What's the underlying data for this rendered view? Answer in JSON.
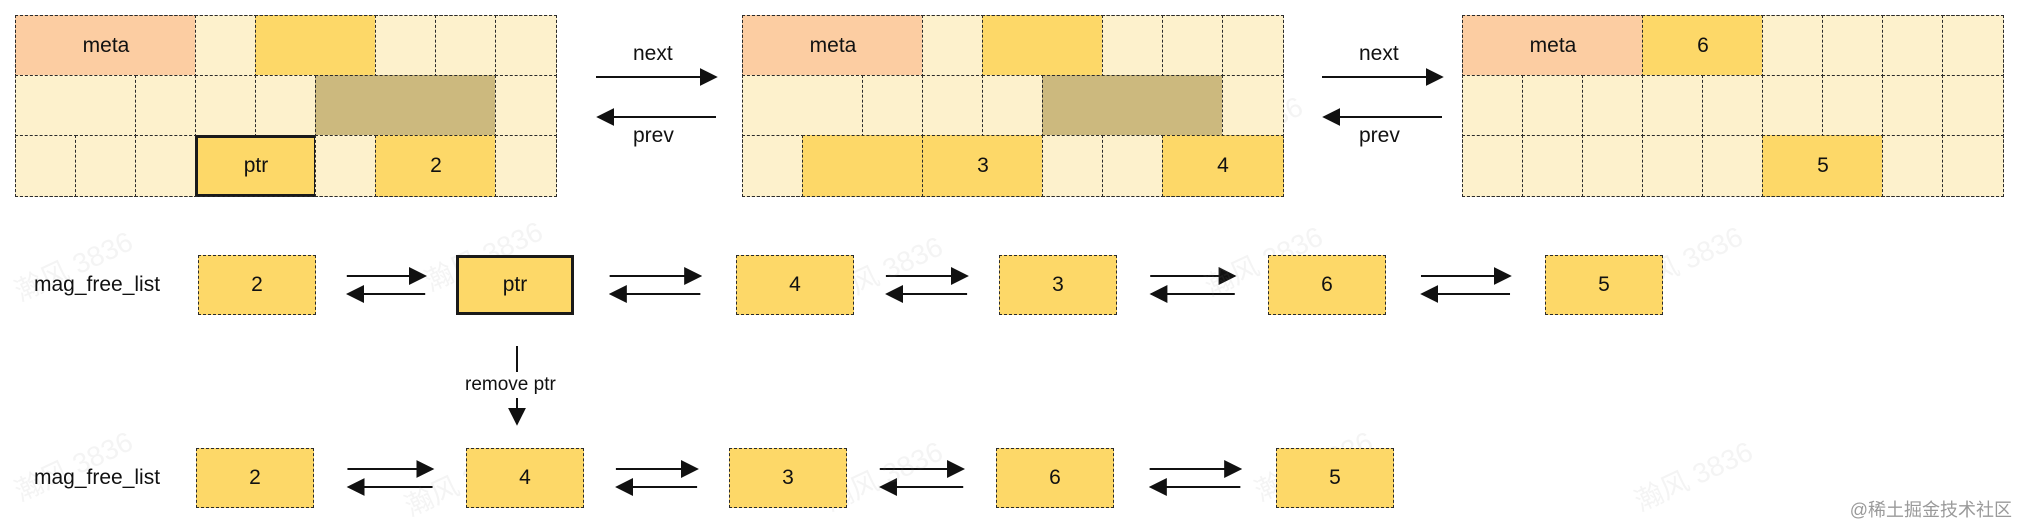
{
  "colors": {
    "empty": "#fdf1cc",
    "free": "#fdd868",
    "meta": "#fccda2",
    "allocated": "#ccb97e",
    "line": "#111111"
  },
  "watermark": "瀚风 3836",
  "credit": "@稀土掘金技术社区",
  "blocks": [
    {
      "cells": [
        {
          "row": 0,
          "col": 0,
          "span": 3,
          "kind": "meta",
          "label": "meta"
        },
        {
          "row": 0,
          "col": 3,
          "span": 1,
          "kind": "empty",
          "label": ""
        },
        {
          "row": 0,
          "col": 4,
          "span": 2,
          "kind": "free",
          "label": ""
        },
        {
          "row": 0,
          "col": 6,
          "span": 1,
          "kind": "empty",
          "label": ""
        },
        {
          "row": 0,
          "col": 7,
          "span": 1,
          "kind": "empty",
          "label": ""
        },
        {
          "row": 0,
          "col": 8,
          "span": 1,
          "kind": "empty",
          "label": ""
        },
        {
          "row": 1,
          "col": 0,
          "span": 2,
          "kind": "empty",
          "label": ""
        },
        {
          "row": 1,
          "col": 2,
          "span": 1,
          "kind": "empty",
          "label": ""
        },
        {
          "row": 1,
          "col": 3,
          "span": 1,
          "kind": "empty",
          "label": ""
        },
        {
          "row": 1,
          "col": 4,
          "span": 1,
          "kind": "empty",
          "label": ""
        },
        {
          "row": 1,
          "col": 5,
          "span": 3,
          "kind": "allocated",
          "label": ""
        },
        {
          "row": 1,
          "col": 8,
          "span": 1,
          "kind": "empty",
          "label": ""
        },
        {
          "row": 2,
          "col": 0,
          "span": 1,
          "kind": "empty",
          "label": ""
        },
        {
          "row": 2,
          "col": 1,
          "span": 1,
          "kind": "empty",
          "label": ""
        },
        {
          "row": 2,
          "col": 2,
          "span": 1,
          "kind": "empty",
          "label": ""
        },
        {
          "row": 2,
          "col": 3,
          "span": 2,
          "kind": "free",
          "label": "ptr",
          "bold": true
        },
        {
          "row": 2,
          "col": 5,
          "span": 1,
          "kind": "empty",
          "label": ""
        },
        {
          "row": 2,
          "col": 6,
          "span": 2,
          "kind": "free",
          "label": "2"
        },
        {
          "row": 2,
          "col": 8,
          "span": 1,
          "kind": "empty",
          "label": ""
        }
      ]
    },
    {
      "cells": [
        {
          "row": 0,
          "col": 0,
          "span": 3,
          "kind": "meta",
          "label": "meta"
        },
        {
          "row": 0,
          "col": 3,
          "span": 1,
          "kind": "empty",
          "label": ""
        },
        {
          "row": 0,
          "col": 4,
          "span": 2,
          "kind": "free",
          "label": ""
        },
        {
          "row": 0,
          "col": 6,
          "span": 1,
          "kind": "empty",
          "label": ""
        },
        {
          "row": 0,
          "col": 7,
          "span": 1,
          "kind": "empty",
          "label": ""
        },
        {
          "row": 0,
          "col": 8,
          "span": 1,
          "kind": "empty",
          "label": ""
        },
        {
          "row": 1,
          "col": 0,
          "span": 2,
          "kind": "empty",
          "label": ""
        },
        {
          "row": 1,
          "col": 2,
          "span": 1,
          "kind": "empty",
          "label": ""
        },
        {
          "row": 1,
          "col": 3,
          "span": 1,
          "kind": "empty",
          "label": ""
        },
        {
          "row": 1,
          "col": 4,
          "span": 1,
          "kind": "empty",
          "label": ""
        },
        {
          "row": 1,
          "col": 5,
          "span": 3,
          "kind": "allocated",
          "label": ""
        },
        {
          "row": 1,
          "col": 8,
          "span": 1,
          "kind": "empty",
          "label": ""
        },
        {
          "row": 2,
          "col": 0,
          "span": 1,
          "kind": "empty",
          "label": ""
        },
        {
          "row": 2,
          "col": 1,
          "span": 2,
          "kind": "free",
          "label": ""
        },
        {
          "row": 2,
          "col": 3,
          "span": 2,
          "kind": "free",
          "label": "3"
        },
        {
          "row": 2,
          "col": 5,
          "span": 1,
          "kind": "empty",
          "label": ""
        },
        {
          "row": 2,
          "col": 6,
          "span": 1,
          "kind": "empty",
          "label": ""
        },
        {
          "row": 2,
          "col": 7,
          "span": 2,
          "kind": "free",
          "label": "4"
        }
      ]
    },
    {
      "cells": [
        {
          "row": 0,
          "col": 0,
          "span": 3,
          "kind": "meta",
          "label": "meta"
        },
        {
          "row": 0,
          "col": 3,
          "span": 2,
          "kind": "free",
          "label": "6"
        },
        {
          "row": 0,
          "col": 5,
          "span": 1,
          "kind": "empty",
          "label": ""
        },
        {
          "row": 0,
          "col": 6,
          "span": 1,
          "kind": "empty",
          "label": ""
        },
        {
          "row": 0,
          "col": 7,
          "span": 1,
          "kind": "empty",
          "label": ""
        },
        {
          "row": 0,
          "col": 8,
          "span": 1,
          "kind": "empty",
          "label": ""
        },
        {
          "row": 1,
          "col": 0,
          "span": 1,
          "kind": "empty",
          "label": ""
        },
        {
          "row": 1,
          "col": 1,
          "span": 1,
          "kind": "empty",
          "label": ""
        },
        {
          "row": 1,
          "col": 2,
          "span": 1,
          "kind": "empty",
          "label": ""
        },
        {
          "row": 1,
          "col": 3,
          "span": 1,
          "kind": "empty",
          "label": ""
        },
        {
          "row": 1,
          "col": 4,
          "span": 1,
          "kind": "empty",
          "label": ""
        },
        {
          "row": 1,
          "col": 5,
          "span": 1,
          "kind": "empty",
          "label": ""
        },
        {
          "row": 1,
          "col": 6,
          "span": 1,
          "kind": "empty",
          "label": ""
        },
        {
          "row": 1,
          "col": 7,
          "span": 1,
          "kind": "empty",
          "label": ""
        },
        {
          "row": 1,
          "col": 8,
          "span": 1,
          "kind": "empty",
          "label": ""
        },
        {
          "row": 2,
          "col": 0,
          "span": 1,
          "kind": "empty",
          "label": ""
        },
        {
          "row": 2,
          "col": 1,
          "span": 1,
          "kind": "empty",
          "label": ""
        },
        {
          "row": 2,
          "col": 2,
          "span": 1,
          "kind": "empty",
          "label": ""
        },
        {
          "row": 2,
          "col": 3,
          "span": 1,
          "kind": "empty",
          "label": ""
        },
        {
          "row": 2,
          "col": 4,
          "span": 1,
          "kind": "empty",
          "label": ""
        },
        {
          "row": 2,
          "col": 5,
          "span": 2,
          "kind": "free",
          "label": "5"
        },
        {
          "row": 2,
          "col": 7,
          "span": 1,
          "kind": "empty",
          "label": ""
        },
        {
          "row": 2,
          "col": 8,
          "span": 1,
          "kind": "empty",
          "label": ""
        }
      ]
    }
  ],
  "block_links": [
    {
      "next_label": "next",
      "prev_label": "prev"
    },
    {
      "next_label": "next",
      "prev_label": "prev"
    }
  ],
  "lists": [
    {
      "label": "mag_free_list",
      "nodes": [
        {
          "label": "2"
        },
        {
          "label": "ptr",
          "bold": true
        },
        {
          "label": "4"
        },
        {
          "label": "3"
        },
        {
          "label": "6"
        },
        {
          "label": "5"
        }
      ]
    },
    {
      "label": "mag_free_list",
      "nodes": [
        {
          "label": "2"
        },
        {
          "label": "4"
        },
        {
          "label": "3"
        },
        {
          "label": "6"
        },
        {
          "label": "5"
        }
      ]
    }
  ],
  "step_label": "remove ptr"
}
